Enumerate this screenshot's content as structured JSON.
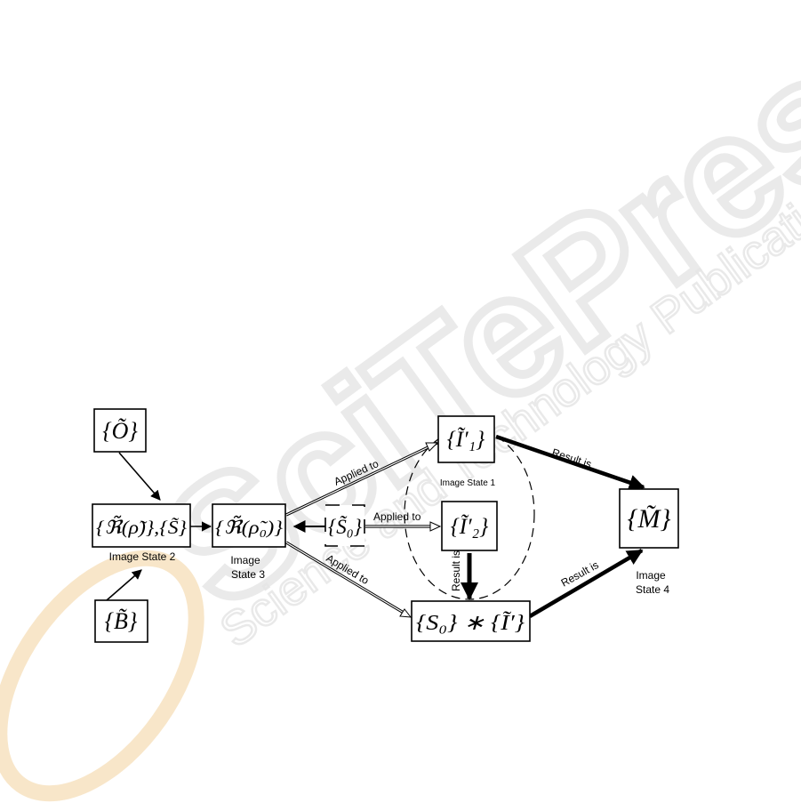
{
  "watermark": {
    "brand_main": "SciTePress",
    "brand_sub": "Science and Technology Publications"
  },
  "nodes": {
    "O": {
      "math": "{Õ}"
    },
    "R_S": {
      "math": "{ℜ̃(ρ̃)},{S̃}",
      "caption": "Image State 2"
    },
    "R0": {
      "math": "{ℜ̃(ρ̃₀)}",
      "caption_line1": "Image",
      "caption_line2": "State 3"
    },
    "B": {
      "math": "{B̃}"
    },
    "S0": {
      "math": "{S̃₀}"
    },
    "I1": {
      "math": "{Ĩ′₁}"
    },
    "I2": {
      "math": "{Ĩ′₂}"
    },
    "S0_conv": {
      "math": "{S₀} ∗ {Ĩ′}"
    },
    "M": {
      "math": "{M̃}",
      "caption_line1": "Image",
      "caption_line2": "State 4"
    }
  },
  "group": {
    "caption": "Image State 1"
  },
  "edge_labels": {
    "applied_top": "Applied to",
    "applied_mid": "Applied to",
    "applied_bottom": "Applied to",
    "result_top": "Result is",
    "result_vertical": "Result is",
    "result_bottom": "Result is"
  },
  "colors": {
    "watermark": "#e6e6e6",
    "watermark_orange": "#f5dcb2",
    "ink": "#000000"
  }
}
